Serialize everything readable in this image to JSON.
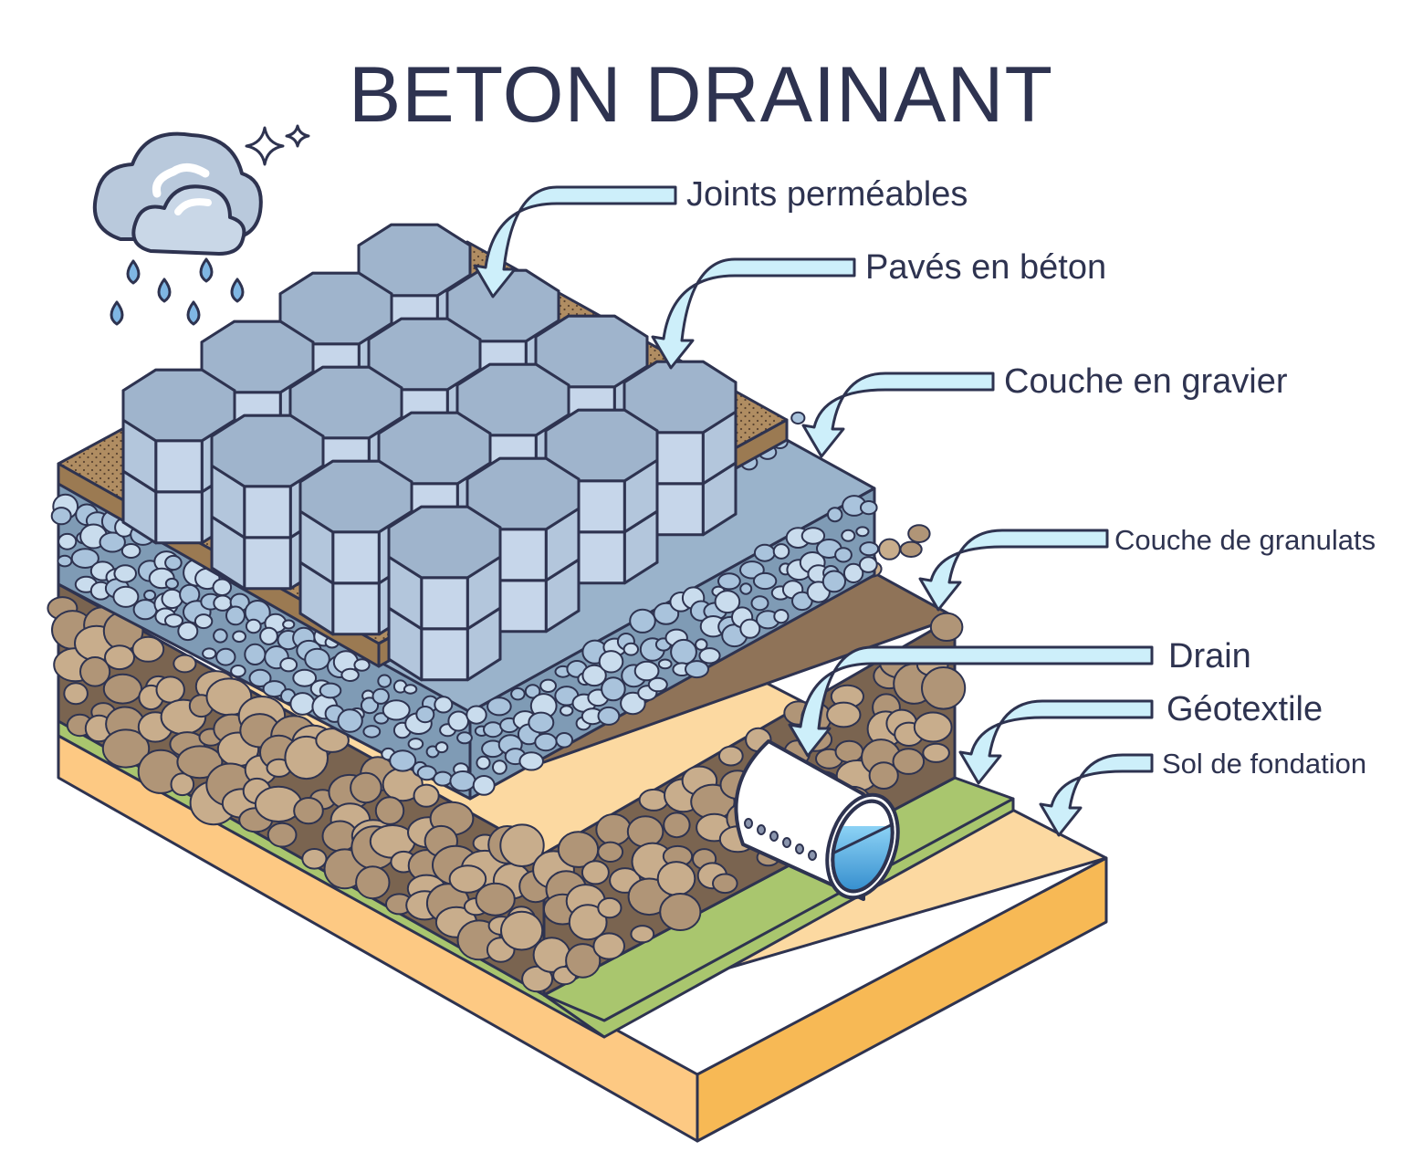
{
  "title": "BETON DRAINANT",
  "labels": {
    "joints": "Joints perméables",
    "paves": "Pavés en béton",
    "gravier": "Couche en gravier",
    "granulats": "Couche de granulats",
    "drain": "Drain",
    "geotextile": "Géotextile",
    "sol": "Sol de fondation"
  },
  "colors": {
    "outline": "#2e3350",
    "paver_top": "#9fb4cc",
    "paver_side": "#c6d6ea",
    "joint_sand": "#b08d62",
    "gravel_face": "#7f9bb5",
    "stone_light": "#c9dced",
    "aggregate_face": "#7a6450",
    "aggregate_stone": "#b09577",
    "geotextile": "#a9c66e",
    "foundation_top": "#fcd9a1",
    "foundation_side": "#f7b955",
    "arrow_fill": "#cdeffa",
    "cloud": "#b9c9dc",
    "raindrop": "#7fb6e3"
  },
  "icons": [
    "cloud-icon",
    "sparkle-icon",
    "raindrop-icon",
    "arrow-icon",
    "drain-pipe-icon"
  ]
}
